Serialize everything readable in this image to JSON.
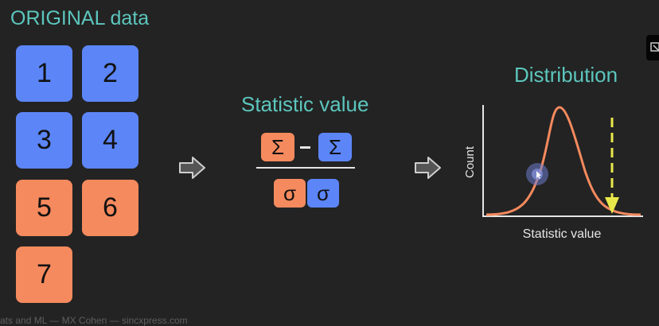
{
  "original": {
    "title": "ORIGINAL data",
    "tiles": [
      {
        "label": "1",
        "group": "blue"
      },
      {
        "label": "2",
        "group": "blue"
      },
      {
        "label": "3",
        "group": "blue"
      },
      {
        "label": "4",
        "group": "blue"
      },
      {
        "label": "5",
        "group": "orange"
      },
      {
        "label": "6",
        "group": "orange"
      },
      {
        "label": "7",
        "group": "orange"
      }
    ]
  },
  "statistic": {
    "title": "Statistic value",
    "sum_symbol": "Σ",
    "sigma_symbol": "σ"
  },
  "distribution": {
    "title": "Distribution",
    "ylabel": "Count",
    "xlabel": "Statistic value"
  },
  "footer": {
    "credit": "ats and ML — MX Cohen — sincxpress.com"
  },
  "colors": {
    "accent_title": "#5cc6bd",
    "blue": "#5c86f8",
    "orange": "#f58a5e",
    "curve": "#f58a5e",
    "marker": "#e8e84a",
    "background": "#232323"
  },
  "icons": {
    "process_arrow": "right-arrow-icon",
    "observed_marker": "dashed-down-arrow-icon",
    "cursor": "pointer-cursor-icon",
    "corner": "exit-icon"
  }
}
